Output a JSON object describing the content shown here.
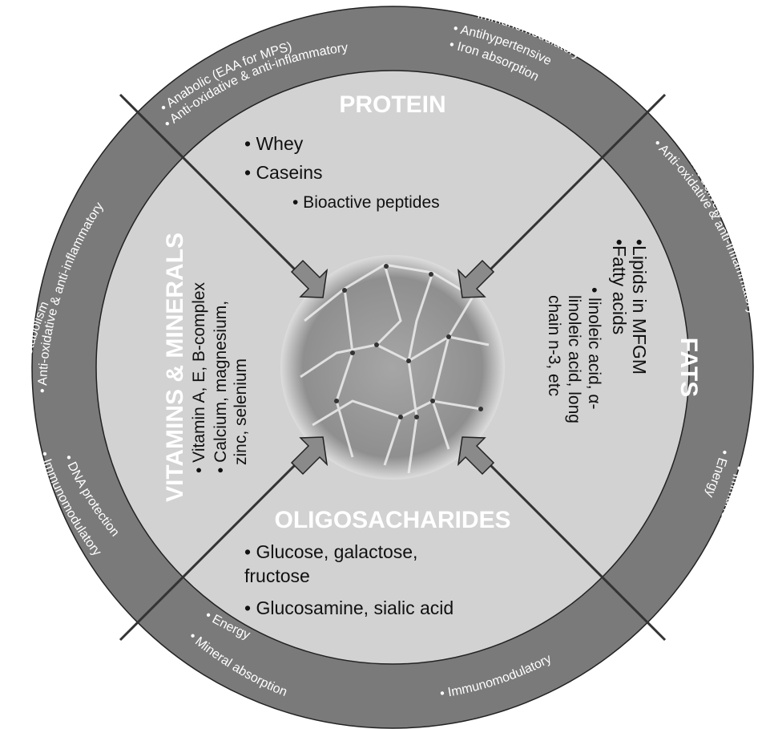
{
  "colors": {
    "ring": "#7a7a7a",
    "inner": "#d2d2d2",
    "outline": "#222222",
    "title": "#ffffff",
    "body_text": "#111111",
    "tissue": "#8c8c8c"
  },
  "center_image": {
    "description_icon": "muscle-tissue-micrograph"
  },
  "protein": {
    "title": "PROTEIN",
    "items": [
      "•   Whey",
      "•   Caseins"
    ],
    "subitems": [
      "•   Bioactive peptides"
    ],
    "outer_left": [
      "• Anabolic (EAA for MPS)",
      "• Anti-oxidative & anti-inflammatory"
    ],
    "outer_right": [
      "• Immunomodulatory",
      "• Antihypertensive",
      "• Iron absorption"
    ]
  },
  "fats": {
    "title": "FATS",
    "items": [
      "•Lipids in MFGM",
      "•Fatty acids"
    ],
    "subitems": [
      "• linoleic acid, α-",
      "linoleic acid, long",
      "chain n-3, etc"
    ],
    "outer_top": [
      "• Nutrient delivery",
      "• Anti-oxidative & anti-inflammatory"
    ],
    "outer_bottom": [
      "• Immunomodulatory",
      "• Energy"
    ]
  },
  "oligosaccharides": {
    "title": "OLIGOSACHARIDES",
    "items": [
      "•  Glucose, galactose,",
      "    fructose",
      "•  Glucosamine, sialic acid"
    ],
    "outer_left": [
      "• Energy",
      "• Mineral absorption"
    ],
    "outer_right": [
      "• Immunomodulatory"
    ]
  },
  "vitamins": {
    "title": "VITAMINS & MINERALS",
    "items": [
      "• Vitamin A, E, B-complex",
      "• Calcium, magnesium,",
      "  zinc, selenium"
    ],
    "outer_top": [
      "• AA metabolism",
      "• Anti-oxidative & anti-inflammatory"
    ],
    "outer_bottom": [
      "• DNA protection",
      "• Immunomodulatory"
    ]
  }
}
